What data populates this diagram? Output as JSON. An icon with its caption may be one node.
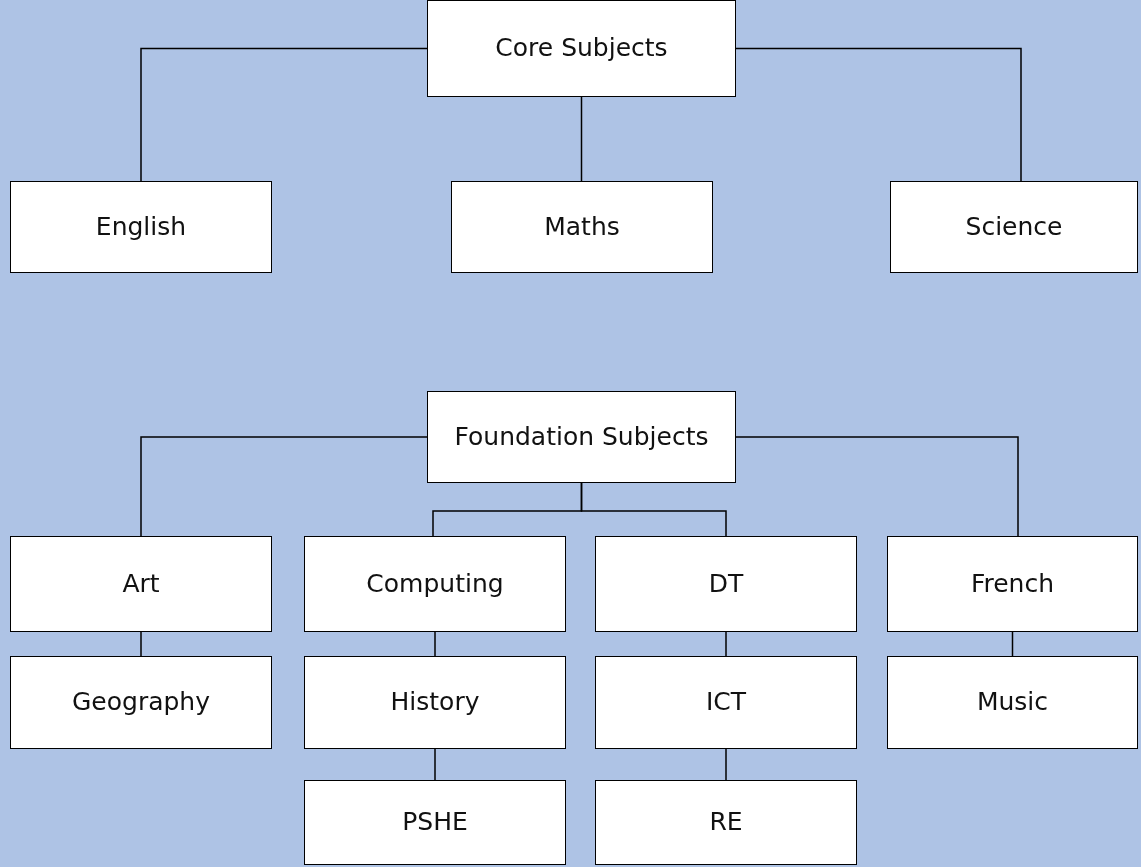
{
  "diagram": {
    "nodes": [
      {
        "text": [
          "Core Subjects"
        ]
      },
      {
        "text": [
          "English"
        ]
      },
      {
        "text": [
          "Maths"
        ]
      },
      {
        "text": [
          "Science"
        ]
      },
      {
        "text": [
          "Foundation Subjects"
        ]
      },
      {
        "text": [
          "Art"
        ]
      },
      {
        "text": [
          "Computing"
        ]
      },
      {
        "text": [
          "DT"
        ]
      },
      {
        "text": [
          "French"
        ]
      },
      {
        "text": [
          "Geography"
        ]
      },
      {
        "text": [
          "History"
        ]
      },
      {
        "text": [
          "ICT"
        ]
      },
      {
        "text": [
          "Music"
        ]
      },
      {
        "text": [
          "PSHE"
        ]
      },
      {
        "text": [
          "RE"
        ]
      }
    ],
    "edges": [
      {
        "from": 0,
        "to": 1,
        "arrow": "none"
      },
      {
        "from": 0,
        "to": 2,
        "arrow": "none"
      },
      {
        "from": 0,
        "to": 3,
        "arrow": "none"
      },
      {
        "from": 4,
        "to": 5,
        "arrow": "none"
      },
      {
        "from": 4,
        "to": 6,
        "arrow": "none"
      },
      {
        "from": 4,
        "to": 7,
        "arrow": "none"
      },
      {
        "from": 4,
        "to": 8,
        "arrow": "none"
      },
      {
        "from": 5,
        "to": 9,
        "arrow": "none"
      },
      {
        "from": 6,
        "to": 10,
        "arrow": "none"
      },
      {
        "from": 10,
        "to": 13,
        "arrow": "none"
      },
      {
        "from": 7,
        "to": 11,
        "arrow": "none"
      },
      {
        "from": 11,
        "to": 14,
        "arrow": "none"
      },
      {
        "from": 8,
        "to": 12,
        "arrow": "none"
      }
    ]
  }
}
